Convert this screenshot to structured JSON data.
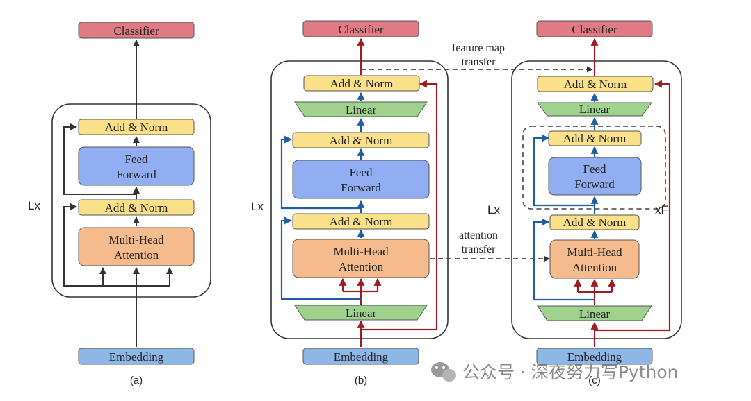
{
  "labels": {
    "classifier": "Classifier",
    "add_norm": "Add & Norm",
    "feed": "Feed",
    "forward": "Forward",
    "multi_head": "Multi-Head",
    "attention": "Attention",
    "linear": "Linear",
    "embedding": "Embedding",
    "lx": "Lx",
    "xf": "xF"
  },
  "captions": {
    "a": "(a)",
    "b": "(b)",
    "c": "(c)"
  },
  "annotations": {
    "feature_map_1": "feature map",
    "feature_map_2": "transfer",
    "attention_transfer_1": "attention",
    "attention_transfer_2": "transfer"
  },
  "watermark": {
    "text": "公众号 · 深夜努力写Python",
    "icon": "wechat-icon"
  },
  "colors": {
    "classifier": "#e07b83",
    "add_norm": "#fbe08a",
    "feed_forward": "#91aef2",
    "attention": "#f6bb8c",
    "linear": "#9fd38d",
    "embedding": "#8fb7e6",
    "blue_arrow": "#1f5d9e",
    "red_arrow": "#9b1c23"
  }
}
